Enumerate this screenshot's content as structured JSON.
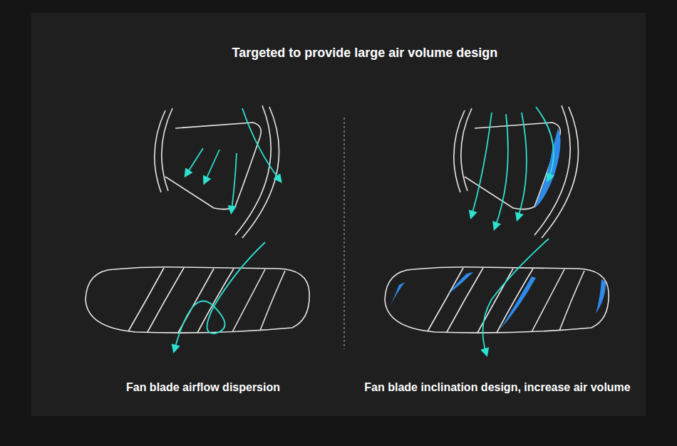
{
  "diagram": {
    "title": "Targeted to provide large air volume design",
    "labels": [
      "Fan blade airflow dispersion",
      "Fan blade inclination design, increase air volume"
    ]
  }
}
